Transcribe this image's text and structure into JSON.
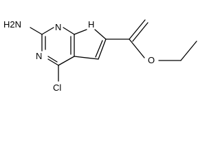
{
  "molecule": {
    "atoms": {
      "amine": "H2N",
      "n_top": "N",
      "n_left": "N",
      "nh": "H",
      "chloro": "Cl",
      "ester_o": "O"
    }
  },
  "colors": {
    "bond": "#000000",
    "label": "#000000",
    "background": "#ffffff"
  }
}
